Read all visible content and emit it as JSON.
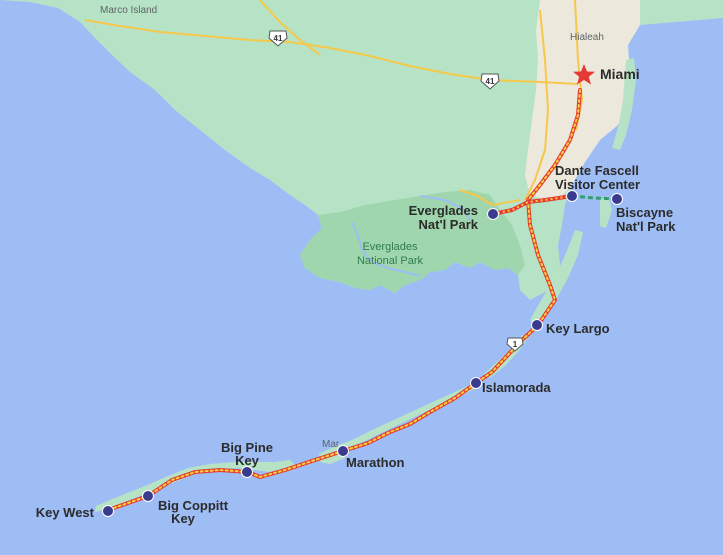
{
  "colors": {
    "water": "#9ebdf5",
    "land": "#b6e3c6",
    "park_land": "#9fd6ad",
    "urban": "#ece8dc",
    "road": "#f6c84a",
    "route_main": "#e53935",
    "route_dots": "#f7d23a",
    "route_alt": "#2e9e6b",
    "marker": "#3a3a8f",
    "star": "#e53935"
  },
  "base_labels": {
    "marco_island": "Marco Island",
    "hialeah": "Hialeah",
    "everglades_np_line1": "Everglades",
    "everglades_np_line2": "National Park",
    "mar": "Mar"
  },
  "shields": {
    "us41_a": "41",
    "us41_b": "41",
    "us1": "1"
  },
  "places": {
    "miami": "Miami",
    "dante_line1": "Dante Fascell",
    "dante_line2": "Visitor Center",
    "everglades_line1": "Everglades",
    "everglades_line2": "Nat'l Park",
    "biscayne_line1": "Biscayne",
    "biscayne_line2": "Nat'l Park",
    "key_largo": "Key Largo",
    "islamorada": "Islamorada",
    "big_pine_line1": "Big Pine",
    "big_pine_line2": "Key",
    "marathon": "Marathon",
    "big_coppitt_line1": "Big Coppitt",
    "big_coppitt_line2": "Key",
    "key_west": "Key West"
  },
  "icons": {
    "destination": "star-icon",
    "stop": "location-dot-icon"
  }
}
